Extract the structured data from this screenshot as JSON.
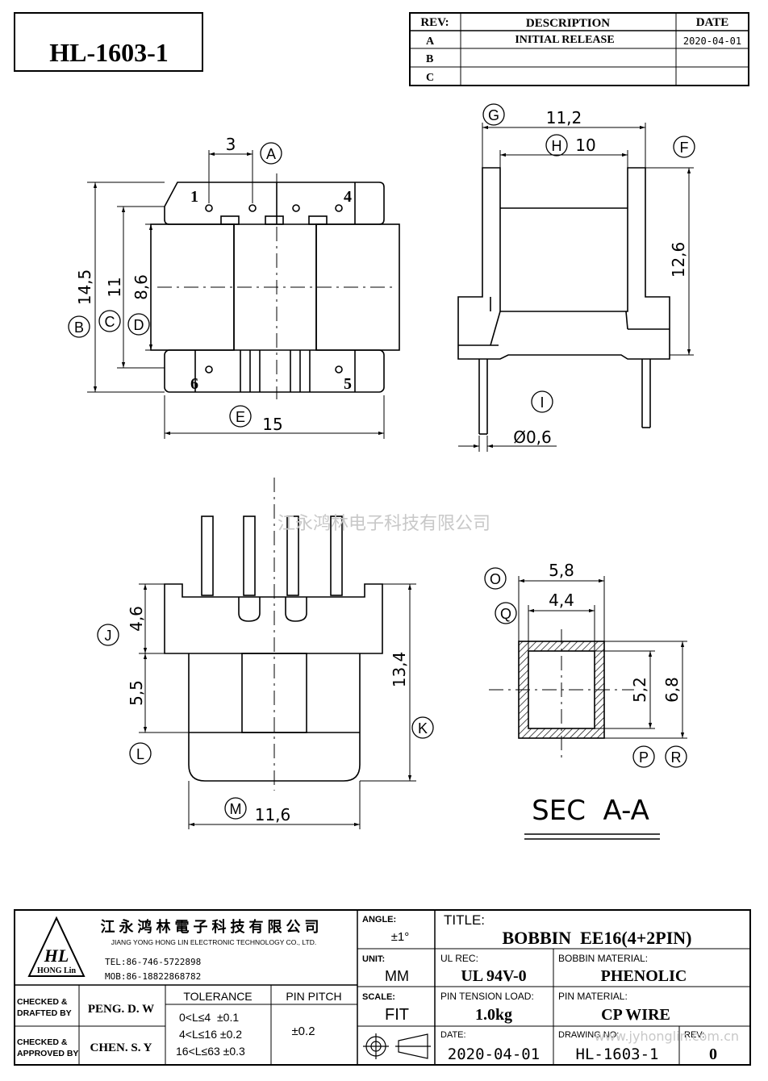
{
  "part_number": "HL-1603-1",
  "revision_table": {
    "headers": {
      "rev": "REV:",
      "description": "DESCRIPTION",
      "date": "DATE"
    },
    "rows": [
      {
        "rev": "A",
        "description": "INITIAL RELEASE",
        "date": "2020-04-01"
      },
      {
        "rev": "B",
        "description": "",
        "date": ""
      },
      {
        "rev": "C",
        "description": "",
        "date": ""
      }
    ]
  },
  "views": {
    "top": {
      "dims": {
        "pitch": "3",
        "width": "15",
        "height_outer": "14,5",
        "height_mid": "11",
        "height_inner": "8,6"
      },
      "callouts": {
        "pitch": "A",
        "height_outer": "B",
        "height_mid": "C",
        "height_inner": "D",
        "width": "E"
      },
      "pins": {
        "p1": "1",
        "p4": "4",
        "p5": "5",
        "p6": "6"
      }
    },
    "right": {
      "dims": {
        "outer": "11,2",
        "inner": "10",
        "height": "12,6",
        "pin_dia": "Ø0,6"
      },
      "callouts": {
        "outer": "G",
        "inner": "H",
        "height": "F",
        "pin_dia": "I"
      }
    },
    "front": {
      "dims": {
        "flange": "4,6",
        "core": "5,5",
        "total": "13,4",
        "width": "11,6"
      },
      "callouts": {
        "flange": "J",
        "core": "L",
        "total": "K",
        "width": "M"
      }
    },
    "section": {
      "title": "SEC  A-A",
      "dims": {
        "outer_w": "5,8",
        "inner_w": "4,4",
        "inner_h": "5,2",
        "outer_h": "6,8"
      },
      "callouts": {
        "outer_w": "O",
        "inner_w": "Q",
        "inner_h": "P",
        "outer_h": "R"
      }
    }
  },
  "watermark_center": "江永鸿林电子科技有限公司",
  "watermark_url": "www.jyhonglin.com.cn",
  "title_block": {
    "company_cn": "江 永 鸿 林 電 子 科 技 有 限 公 司",
    "company_en": "JIANG YONG HONG LIN ELECTRONIC TECHNOLOGY CO., LTD.",
    "logo_text": "HL",
    "logo_sub": "HONG Lin",
    "tel": "TEL:86-746-5722898",
    "mob": "MOB:86-18822868782",
    "angle_label": "ANGLE:",
    "angle_value": "±1°",
    "title_label": "TITLE:",
    "title_value": "BOBBIN  EE16(4+2PIN)",
    "unit_label": "UNIT:",
    "unit_value": "MM",
    "ul_label": "UL REC:",
    "ul_value": "UL 94V-0",
    "material_label": "BOBBIN MATERIAL:",
    "material_value": "PHENOLIC",
    "checked_drafted_label": "CHECKED & DRAFTED BY",
    "checked_drafted_value": "PENG. D. W",
    "checked_approved_label": "CHECKED & APPROVED BY",
    "checked_approved_value": "CHEN. S. Y",
    "tolerance_label": "TOLERANCE",
    "tolerance_rows": [
      "0<L≤4  ±0.1",
      "4<L≤16 ±0.2",
      "16<L≤63 ±0.3"
    ],
    "pin_pitch_label": "PIN PITCH",
    "pin_pitch_value": "±0.2",
    "scale_label": "SCALE:",
    "scale_value": "FIT",
    "tension_label": "PIN TENSION LOAD:",
    "tension_value": "1.0kg",
    "pin_material_label": "PIN MATERIAL:",
    "pin_material_value": "CP WIRE",
    "date_label": "DATE:",
    "date_value": "2020-04-01",
    "drawing_no_label": "DRAWING NO:",
    "drawing_no_value": "HL-1603-1",
    "rev_label": "REV:",
    "rev_value": "0"
  }
}
